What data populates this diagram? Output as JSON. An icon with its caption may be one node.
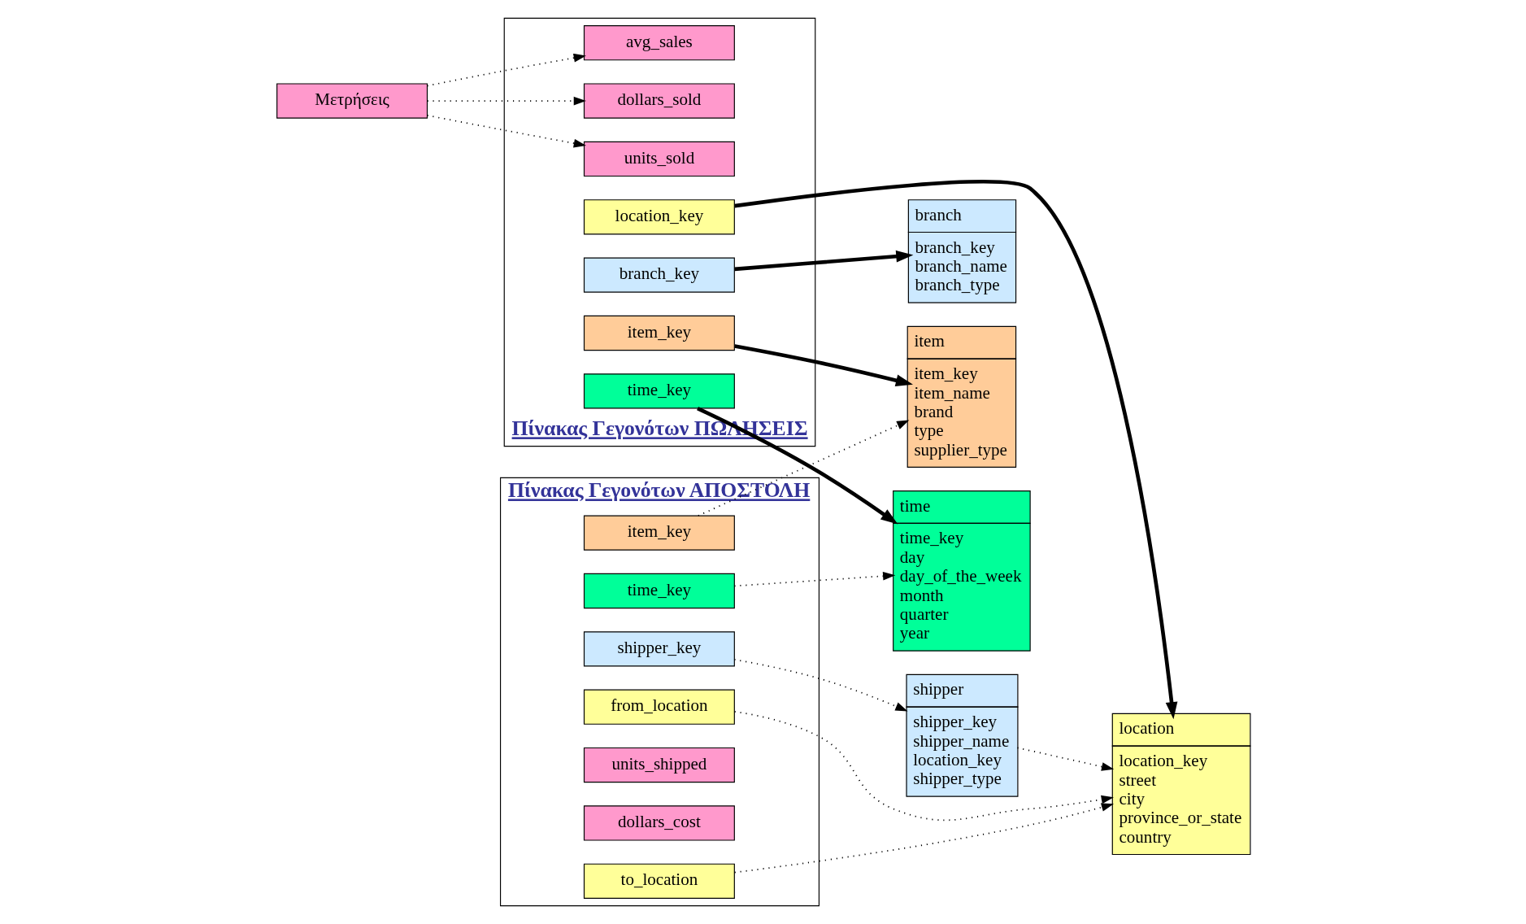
{
  "diagram": {
    "nodes": [
      {
        "text": [
          "time",
          "time_key",
          "day",
          "day_of_the_week",
          "month",
          "quarter",
          "year"
        ]
      },
      {
        "text": [
          "branch",
          "branch_key",
          "branch_name",
          "branch_type"
        ]
      },
      {
        "text": [
          "Πίνακας Γεγονότων ΠΩΛΗΣΕΙΣ"
        ]
      },
      {
        "text": [
          "time_key"
        ],
        "in": 2
      },
      {
        "text": [
          "item_key"
        ],
        "in": 2
      },
      {
        "text": [
          "branch_key"
        ],
        "in": 2
      },
      {
        "text": [
          "location_key"
        ],
        "in": 2
      },
      {
        "text": [
          "units_sold"
        ],
        "in": 2
      },
      {
        "text": [
          "dollars_sold"
        ],
        "in": 2
      },
      {
        "text": [
          "avg_sales"
        ],
        "in": 2
      },
      {
        "text": [
          "Μετρήσεις"
        ]
      },
      {
        "text": [
          "item",
          "item_key",
          "item_name",
          "brand",
          "type",
          "supplier_type"
        ]
      },
      {
        "text": [
          "location",
          "location_key",
          "street",
          "city",
          "province_or_state",
          "country"
        ]
      },
      {
        "text": [
          "Πίνακας Γεγονότων ΑΠΟΣΤΟΛΗ"
        ]
      },
      {
        "text": [
          "time_key"
        ],
        "in": 13
      },
      {
        "text": [
          "item_key"
        ],
        "in": 13
      },
      {
        "text": [
          "shipper_key"
        ],
        "in": 13
      },
      {
        "text": [
          "from_location"
        ],
        "in": 13
      },
      {
        "text": [
          "to_location"
        ],
        "in": 13
      },
      {
        "text": [
          "dollars_cost"
        ],
        "in": 13
      },
      {
        "text": [
          "units_shipped"
        ],
        "in": 13
      },
      {
        "text": [
          "shipper",
          "shipper_key",
          "shipper_name",
          "location_key",
          "shipper_type"
        ]
      }
    ],
    "edges": [
      {
        "from": 3,
        "to": 0,
        "arrow": "to",
        "style": "thick"
      },
      {
        "from": 4,
        "to": 11,
        "arrow": "to",
        "style": "thick"
      },
      {
        "from": 5,
        "to": 1,
        "arrow": "to",
        "style": "thick"
      },
      {
        "from": 6,
        "to": 12,
        "arrow": "to",
        "style": "thick"
      },
      {
        "from": 10,
        "to": 7,
        "arrow": "to",
        "style": "dashed"
      },
      {
        "from": 10,
        "to": 8,
        "arrow": "to",
        "style": "dashed"
      },
      {
        "from": 10,
        "to": 9,
        "arrow": "to",
        "style": "dashed"
      },
      {
        "from": 14,
        "to": 0,
        "arrow": "to",
        "style": "dashed"
      },
      {
        "from": 15,
        "to": 11,
        "arrow": "to",
        "style": "dashed"
      },
      {
        "from": 16,
        "to": 21,
        "arrow": "to",
        "style": "dashed"
      },
      {
        "from": 17,
        "to": 12,
        "arrow": "to",
        "style": "dashed"
      },
      {
        "from": 18,
        "to": 12,
        "arrow": "to",
        "style": "dashed"
      },
      {
        "from": 21,
        "to": 12,
        "arrow": "to",
        "style": "dashed"
      }
    ]
  }
}
